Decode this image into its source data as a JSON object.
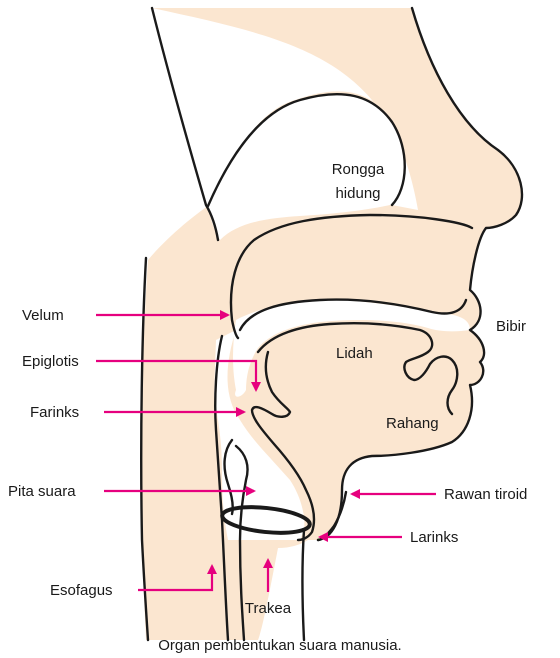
{
  "labels": {
    "rongga_line1": "Rongga",
    "rongga_line2": "hidung",
    "velum": "Velum",
    "bibir": "Bibir",
    "epiglotis": "Epiglotis",
    "lidah": "Lidah",
    "farinks": "Farinks",
    "rahang": "Rahang",
    "rawan_tiroid": "Rawan tiroid",
    "pita_suara": "Pita suara",
    "larinks": "Larinks",
    "esofagus": "Esofagus",
    "trakea": "Trakea"
  },
  "caption": "Organ pembentukan suara manusia.",
  "colors": {
    "tissue": "#fbe6d0",
    "outline": "#1a1a1a",
    "arrow": "#e6007e",
    "text": "#1a1a1a"
  }
}
